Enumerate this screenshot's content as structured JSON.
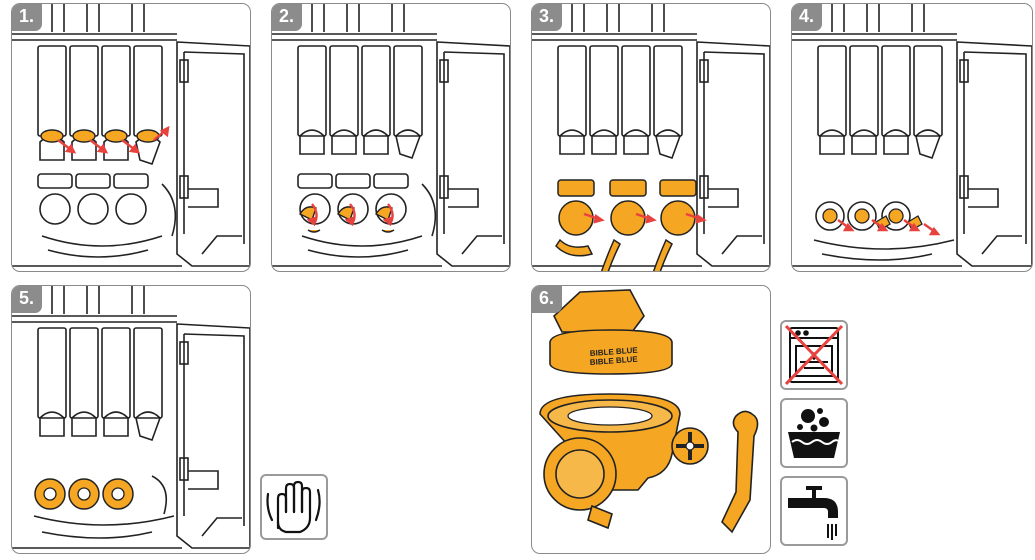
{
  "steps": [
    {
      "label": "1."
    },
    {
      "label": "2."
    },
    {
      "label": "3."
    },
    {
      "label": "4."
    },
    {
      "label": "5."
    },
    {
      "label": "6."
    }
  ],
  "icons": {
    "hand_wipe": "hand-wipe-icon",
    "no_dishwasher": "no-dishwasher-icon",
    "hand_wash": "hand-wash-basin-icon",
    "tap_water": "water-tap-icon"
  },
  "part_label": {
    "line1": "BIBLE BLUE",
    "line2": "BIBLE BLUE"
  },
  "colors": {
    "accent_orange": "#f5a623",
    "arrow_red": "#e8423f",
    "outline": "#222222",
    "badge_grey": "#8c8c8c"
  }
}
